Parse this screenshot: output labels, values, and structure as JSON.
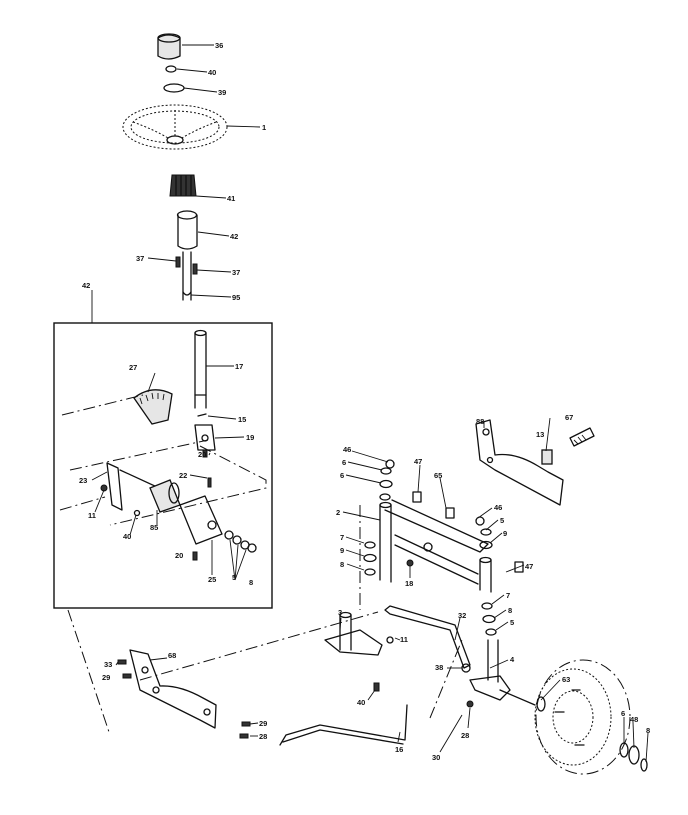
{
  "callouts": [
    {
      "id": "c36",
      "text": "36"
    },
    {
      "id": "c40a",
      "text": "40"
    },
    {
      "id": "c39",
      "text": "39"
    },
    {
      "id": "c1",
      "text": "1"
    },
    {
      "id": "c41",
      "text": "41"
    },
    {
      "id": "c42a",
      "text": "42"
    },
    {
      "id": "c37a",
      "text": "37"
    },
    {
      "id": "c37b",
      "text": "37"
    },
    {
      "id": "c95",
      "text": "95"
    },
    {
      "id": "c42b",
      "text": "42"
    },
    {
      "id": "c27",
      "text": "27"
    },
    {
      "id": "c17",
      "text": "17"
    },
    {
      "id": "c15",
      "text": "15"
    },
    {
      "id": "c19",
      "text": "19"
    },
    {
      "id": "c20a",
      "text": "20"
    },
    {
      "id": "c22",
      "text": "22"
    },
    {
      "id": "c23",
      "text": "23"
    },
    {
      "id": "c11a",
      "text": "11"
    },
    {
      "id": "c40b",
      "text": "40"
    },
    {
      "id": "c85",
      "text": "85"
    },
    {
      "id": "c20b",
      "text": "20"
    },
    {
      "id": "c25",
      "text": "25"
    },
    {
      "id": "c5a",
      "text": "5"
    },
    {
      "id": "c8a",
      "text": "8"
    },
    {
      "id": "c46a",
      "text": "46"
    },
    {
      "id": "c6a",
      "text": "6"
    },
    {
      "id": "c6b",
      "text": "6"
    },
    {
      "id": "c47a",
      "text": "47"
    },
    {
      "id": "c65",
      "text": "65"
    },
    {
      "id": "c88",
      "text": "88"
    },
    {
      "id": "c67",
      "text": "67"
    },
    {
      "id": "c13",
      "text": "13"
    },
    {
      "id": "c2",
      "text": "2"
    },
    {
      "id": "c7a",
      "text": "7"
    },
    {
      "id": "c9a",
      "text": "9"
    },
    {
      "id": "c8b",
      "text": "8"
    },
    {
      "id": "c18",
      "text": "18"
    },
    {
      "id": "c46b",
      "text": "46"
    },
    {
      "id": "c5b",
      "text": "5"
    },
    {
      "id": "c9b",
      "text": "9"
    },
    {
      "id": "c47b",
      "text": "47"
    },
    {
      "id": "c7b",
      "text": "7"
    },
    {
      "id": "c8c",
      "text": "8"
    },
    {
      "id": "c5c",
      "text": "5"
    },
    {
      "id": "c3",
      "text": "3"
    },
    {
      "id": "c11b",
      "text": "11"
    },
    {
      "id": "c32",
      "text": "32"
    },
    {
      "id": "c38",
      "text": "38"
    },
    {
      "id": "c4",
      "text": "4"
    },
    {
      "id": "c40c",
      "text": "40"
    },
    {
      "id": "c63",
      "text": "63"
    },
    {
      "id": "c33",
      "text": "33"
    },
    {
      "id": "c29a",
      "text": "29"
    },
    {
      "id": "c68",
      "text": "68"
    },
    {
      "id": "c29b",
      "text": "29"
    },
    {
      "id": "c28a",
      "text": "28"
    },
    {
      "id": "c16",
      "text": "16"
    },
    {
      "id": "c28b",
      "text": "28"
    },
    {
      "id": "c30",
      "text": "30"
    },
    {
      "id": "c6c",
      "text": "6"
    },
    {
      "id": "c48",
      "text": "48"
    },
    {
      "id": "c8d",
      "text": "8"
    }
  ]
}
